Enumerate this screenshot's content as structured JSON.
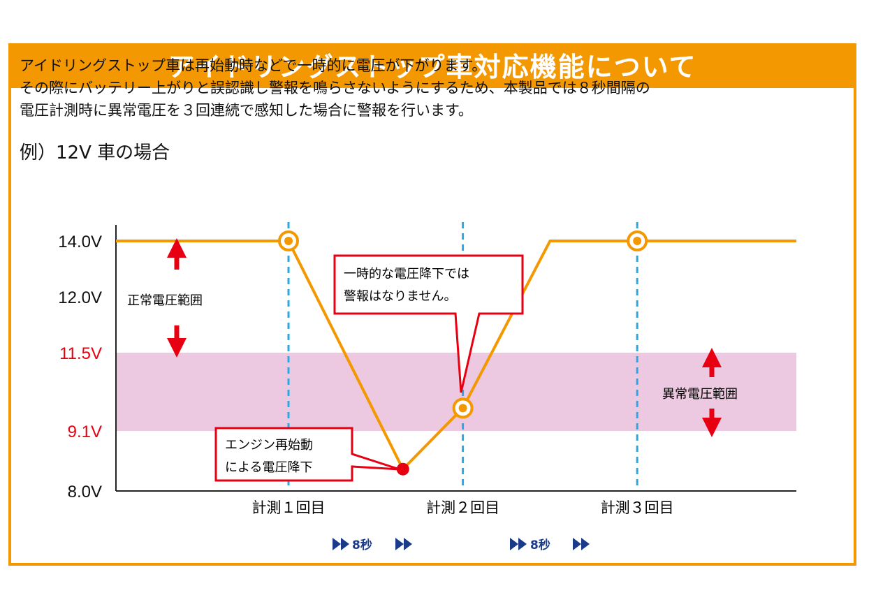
{
  "title": "アイドリングストップ車対応機能について",
  "intro_lines": [
    "アイドリングストップ車は再始動時などで一時的に電圧が下がります。",
    "その際にバッテリー上がりと誤認識し警報を鳴らさないようにするため、本製品では８秒間隔の",
    "電圧計測時に異常電圧を３回連続で感知した場合に警報を行います。"
  ],
  "example_label": "例）12V 車の場合",
  "chart_data": {
    "type": "line",
    "y_tick_labels": [
      "14.0V",
      "12.0V",
      "11.5V",
      "9.1V",
      "8.0V"
    ],
    "y_tick_values": [
      14.0,
      12.0,
      11.5,
      9.1,
      8.0
    ],
    "y_tick_colors": [
      "#111111",
      "#111111",
      "#e60012",
      "#e60012",
      "#111111"
    ],
    "measurement_labels": [
      "計測１回目",
      "計測２回目",
      "計測３回目"
    ],
    "interval_labels": [
      "8秒",
      "8秒"
    ],
    "series": [
      {
        "points": [
          {
            "t": -16,
            "v": 14.0
          },
          {
            "t": 0,
            "v": 14.0
          },
          {
            "t": 10.5,
            "v": 8.4
          },
          {
            "t": 16,
            "v": 9.8
          },
          {
            "t": 24,
            "v": 14.0
          },
          {
            "t": 48,
            "v": 14.0
          }
        ]
      }
    ],
    "measurements": [
      {
        "t": 0,
        "v": 14.0
      },
      {
        "t": 16,
        "v": 9.8
      },
      {
        "t": 32,
        "v": 14.0
      }
    ],
    "engine_restart_point": {
      "t": 10.5,
      "v": 8.4
    },
    "abnormal_band": [
      9.1,
      11.5
    ],
    "normal_range_label": "正常電圧範囲",
    "abnormal_range_label": "異常電圧範囲",
    "callouts": [
      {
        "lines": [
          "一時的な電圧降下では",
          "警報はなりません。"
        ]
      },
      {
        "lines": [
          "エンジン再始動",
          "による電圧降下"
        ]
      }
    ],
    "colors": {
      "line": "#f39800",
      "band": "#ecc9e0",
      "measure_line": "#2ea7e0",
      "accent_red": "#e60012",
      "arrow_blue": "#1b3b8a"
    }
  }
}
